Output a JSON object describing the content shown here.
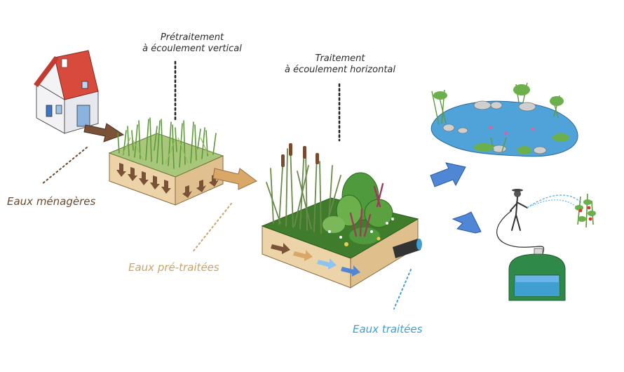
{
  "labels": {
    "pretreatment_line1": "Prétraitement",
    "pretreatment_line2": "à écoulement vertical",
    "treatment_line1": "Traitement",
    "treatment_line2": "à écoulement horizontal",
    "grey_water": "Eaux ménagères",
    "pretreated_water": "Eaux pré-traitées",
    "treated_water": "Eaux traitées"
  },
  "colors": {
    "grey_water": "#6b4a2f",
    "pretreated_water": "#c9a46a",
    "treated_water": "#3e9fd0",
    "leader_dark": "#222222",
    "arrow_brown": "#7a5238",
    "arrow_tan": "#d9a766",
    "arrow_blue": "#4f86d6",
    "plant_green": "#5c9a3a",
    "soil_green": "#3f7d2c",
    "tank_green": "#2f8a4a",
    "basin_side": "#e8cfa3",
    "pond_water": "#4fa3d8"
  },
  "icons": [
    "house-icon",
    "pretreatment-filter-bed-icon",
    "treatment-planted-bed-icon",
    "garden-pond-icon",
    "gardener-watering-icon",
    "water-tank-icon",
    "flow-arrow-icon"
  ]
}
